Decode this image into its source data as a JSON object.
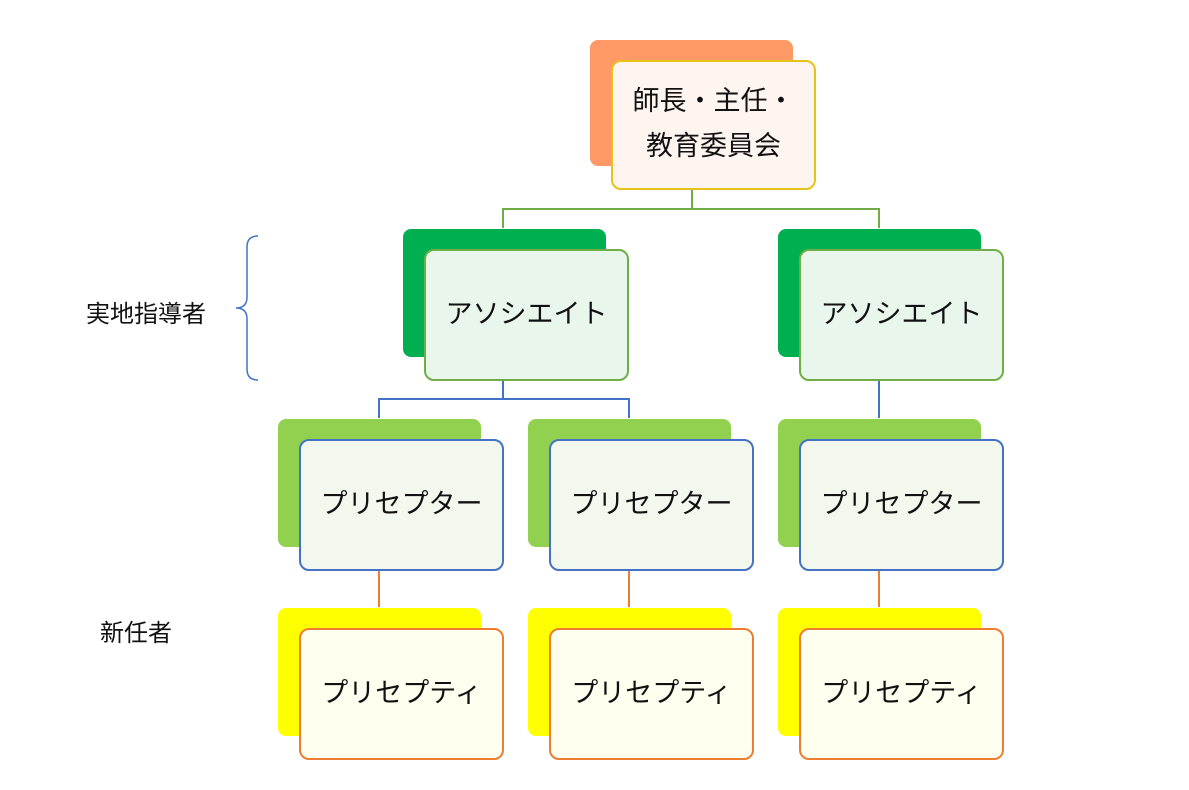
{
  "colors": {
    "top_back": "#ff9966",
    "top_border": "#e6c21a",
    "top_fill": "#fff5f0",
    "assoc_back": "#00b050",
    "assoc_border": "#70ad47",
    "assoc_fill": "#e8f6ec",
    "prec_back": "#92d050",
    "prec_border": "#4472c4",
    "prec_fill": "#f3f8ee",
    "pree_back": "#ffff00",
    "pree_border": "#ed7d31",
    "pree_fill": "#fffff0",
    "line_top": "#70ad47",
    "line_mid": "#4472c4",
    "line_bottom": "#ed7d31",
    "brace": "#4472c4"
  },
  "labels": {
    "field_instructor": "実地指導者",
    "new_staff": "新任者"
  },
  "nodes": {
    "top": {
      "line1": "師長・主任・",
      "line2": "教育委員会"
    },
    "associates": [
      "アソシエイト",
      "アソシエイト"
    ],
    "preceptors": [
      "プリセプター",
      "プリセプター",
      "プリセプター"
    ],
    "preceptees": [
      "プリセプティ",
      "プリセプティ",
      "プリセプティ"
    ]
  }
}
